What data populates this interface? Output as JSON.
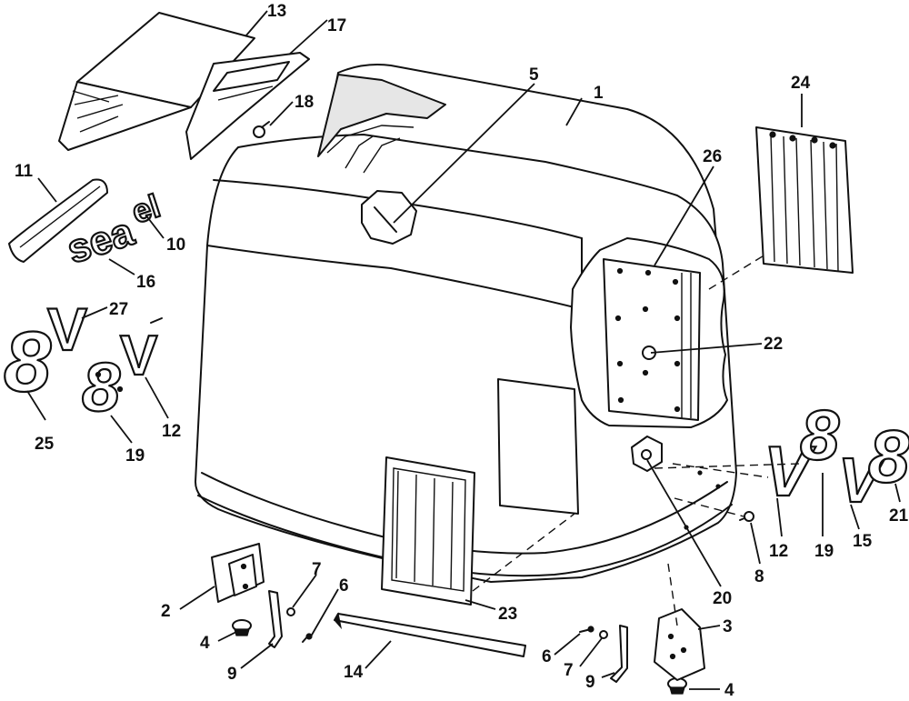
{
  "diagram": {
    "callouts": {
      "c1": "1",
      "c2": "2",
      "c3": "3",
      "c4a": "4",
      "c4b": "4",
      "c5": "5",
      "c6a": "6",
      "c6b": "6",
      "c7a": "7",
      "c7b": "7",
      "c8": "8",
      "c9a": "9",
      "c9b": "9",
      "c10": "10",
      "c11": "11",
      "c12a": "12",
      "c12b": "12",
      "c13": "13",
      "c14": "14",
      "c15": "15",
      "c16": "16",
      "c17": "17",
      "c18": "18",
      "c19a": "19",
      "c19b": "19",
      "c20": "20",
      "c21": "21",
      "c22": "22",
      "c23": "23",
      "c24": "24",
      "c25": "25",
      "c26": "26",
      "c27": "27"
    },
    "emblems": {
      "v_left": "V",
      "eight_left": "8",
      "v_small": "V",
      "eight_small": "8",
      "v8_right_v": "V",
      "v8_right_8": "8",
      "v8_far_v": "V",
      "v8_far_8": "8",
      "sea_script": "sea",
      "el_script": "el"
    },
    "colors": {
      "line": "#111111",
      "background": "#ffffff"
    }
  }
}
